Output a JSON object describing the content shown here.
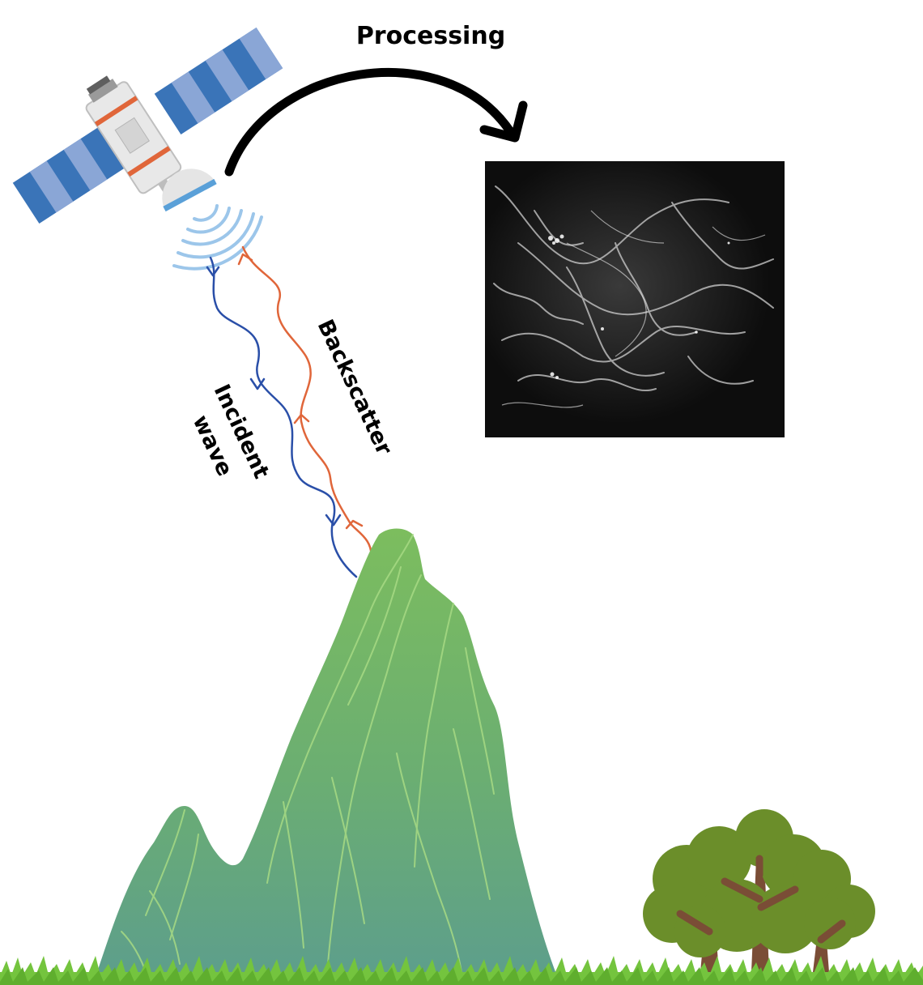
{
  "labels": {
    "processing": "Processing",
    "backscatter": "Backscatter",
    "incident_line1": "Incident",
    "incident_line2": "wave"
  },
  "colors": {
    "incident_wave": "#2a4fa8",
    "backscatter_wave": "#e0663a",
    "signal_arcs": "#9cc6ea",
    "panel_blue": "#3a74b8",
    "panel_light": "#8aa6d6",
    "mountain_top": "#7cbd5e",
    "mountain_bottom": "#5d9e8c",
    "mountain_ridge": "#9fd67e",
    "tree_foliage": "#6b8e2a",
    "tree_trunk": "#7a4d36",
    "grass": "#74c43e",
    "sar_background": "#0f0f0f",
    "arrow": "#000000"
  },
  "icons": {
    "satellite": "satellite-icon",
    "mountain": "mountain-illustration",
    "trees": "tree-icon",
    "sar_image": "sar-image",
    "arrow": "curved-arrow-icon"
  }
}
